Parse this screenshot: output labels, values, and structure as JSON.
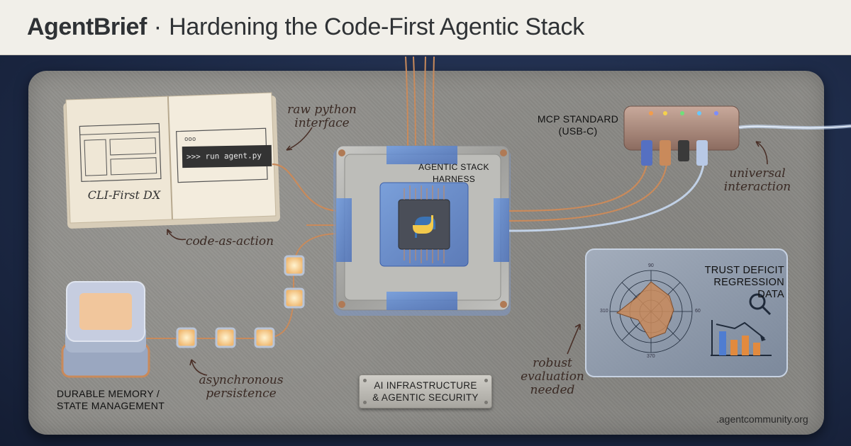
{
  "header": {
    "brand": "AgentBrief",
    "separator": "·",
    "title": "Hardening the Code-First Agentic Stack"
  },
  "notebook": {
    "window_dots": "ooo",
    "terminal_text": ">>> run agent.py",
    "caption": "CLI-First DX"
  },
  "annotations": {
    "raw_python": "raw python interface",
    "code_as_action": "code-as-action",
    "universal_interaction": "universal interaction",
    "async_persistence": "asynchronous persistence",
    "robust_evaluation": "robust evaluation needed"
  },
  "labels": {
    "harness": "AGENTIC STACK HARNESS",
    "mcp": "MCP STANDARD (USB-C)",
    "memory": "DURABLE MEMORY / STATE MANAGEMENT",
    "trust": "TRUST DEFICIT REGRESSION DATA"
  },
  "plaque": {
    "line1": "AI INFRASTRUCTURE",
    "line2": "& AGENTIC SECURITY"
  },
  "radar_ticks": {
    "top": "90",
    "left": "310",
    "right": "60",
    "bottom": "370"
  },
  "footer": {
    "url": ".agentcommunity.org"
  },
  "colors": {
    "header_bg": "#f1efe9",
    "mat": "#8d8c88",
    "accent_blue": "#5b8fd6",
    "copper": "#c98a5b",
    "python_blue": "#3b73b4",
    "python_yellow": "#f2c94c"
  },
  "icons": [
    "python-logo-icon",
    "magnifier-icon",
    "bar-chart-icon",
    "usb-hub-icon"
  ]
}
